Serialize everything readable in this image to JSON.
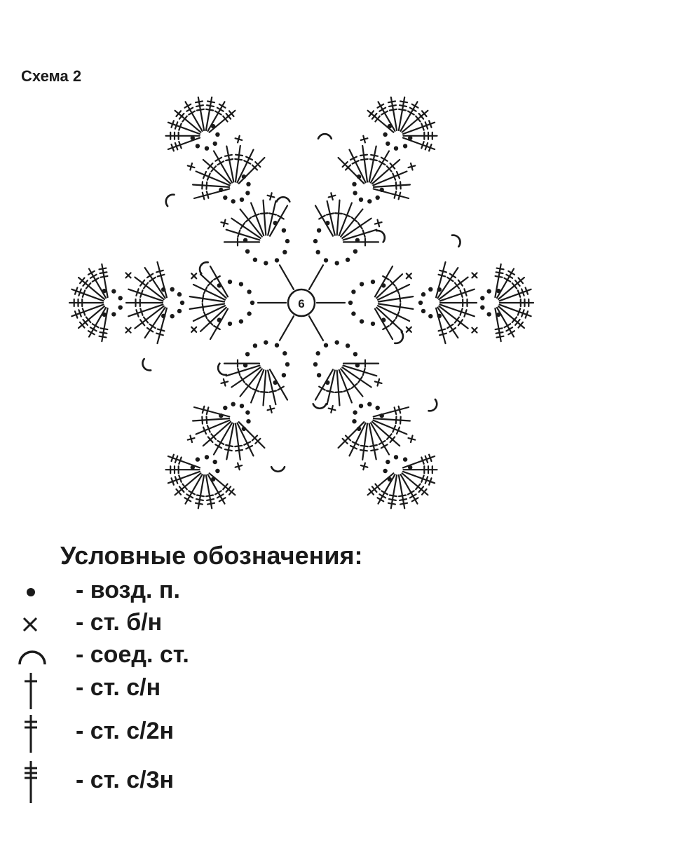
{
  "title": "Схема 2",
  "center_label": "6",
  "legend": {
    "heading": "Условные обозначения:",
    "items": [
      {
        "symbol": "chain-dot-icon",
        "text": "- возд. п."
      },
      {
        "symbol": "cross-icon",
        "text": "- ст. б/н"
      },
      {
        "symbol": "arc-icon",
        "text": "- соед. ст."
      },
      {
        "symbol": "dc-icon",
        "text": "- ст. с/н"
      },
      {
        "symbol": "tr-icon",
        "text": "- ст. с/2н"
      },
      {
        "symbol": "dtr-icon",
        "text": "- ст. с/3н"
      }
    ]
  },
  "colors": {
    "ink": "#1a1a1a",
    "background": "#ffffff"
  }
}
